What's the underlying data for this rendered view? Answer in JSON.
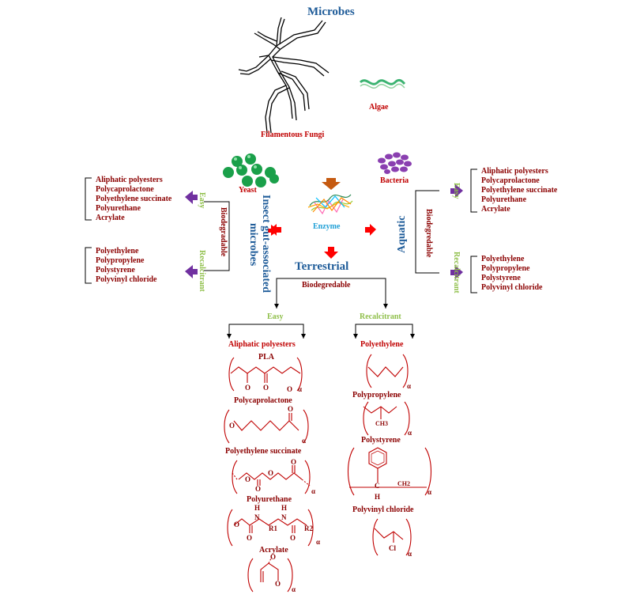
{
  "title": "Microbes",
  "organisms": {
    "fungi": "Filamentous Fungi",
    "algae": "Algae",
    "yeast": "Yeast",
    "bacteria": "Bacteria",
    "enzyme": "Enzyme"
  },
  "insect_gut": {
    "title_line1": "Insect gut-associated",
    "title_line2": "microbes",
    "biodegradable": "Biodegradable",
    "easy": "Easy",
    "recalcitrant": "Recalcitrant",
    "easy_items": [
      "Aliphatic polyesters",
      "Polycaprolactone",
      "Polyethylene succinate",
      "Polyurethane",
      "Acrylate"
    ],
    "recalcitrant_items": [
      "Polyethylene",
      "Polypropylene",
      "Polystyrene",
      "Polyvinyl chloride"
    ]
  },
  "aquatic": {
    "title": "Aquatic",
    "biodegradable": "Biodegredable",
    "easy": "Easy",
    "recalcitrant": "Recalcitrant",
    "easy_items": [
      "Aliphatic polyesters",
      "Polycaprolactone",
      "Polyethylene succinate",
      "Polyurethane",
      "Acrylate"
    ],
    "recalcitrant_items": [
      "Polyethylene",
      "Polypropylene",
      "Polystyrene",
      "Polyvinyl chloride"
    ]
  },
  "terrestrial": {
    "title": "Terrestrial",
    "biodegradable": "Biodegredable",
    "easy": "Easy",
    "recalcitrant": "Recalcitrant"
  },
  "structures": {
    "aliphatic": "Aliphatic polyesters",
    "pla": "PLA",
    "polycaprolactone": "Polycaprolactone",
    "pes": "Polyethylene succinate",
    "polyurethane": "Polyurethane",
    "acrylate": "Acrylate",
    "polyethylene": "Polyethylene",
    "polypropylene": "Polypropylene",
    "polystyrene": "Polystyrene",
    "pvc": "Polyvinyl chloride",
    "ch3": "CH3",
    "ch2": "CH2",
    "h": "H",
    "c": "C",
    "cl": "Cl",
    "n": "N",
    "o": "O",
    "r1": "R1",
    "r2": "R2",
    "alpha": "α"
  },
  "colors": {
    "title_blue": "#1f5c99",
    "label_red": "#c00000",
    "list_darkred": "#8b0000",
    "green": "#8fbf4a",
    "enzyme_blue": "#1e9fd6",
    "purple_arrow": "#7030a0",
    "red_arrow": "#ff0000",
    "orange_arrow": "#c55a11"
  }
}
